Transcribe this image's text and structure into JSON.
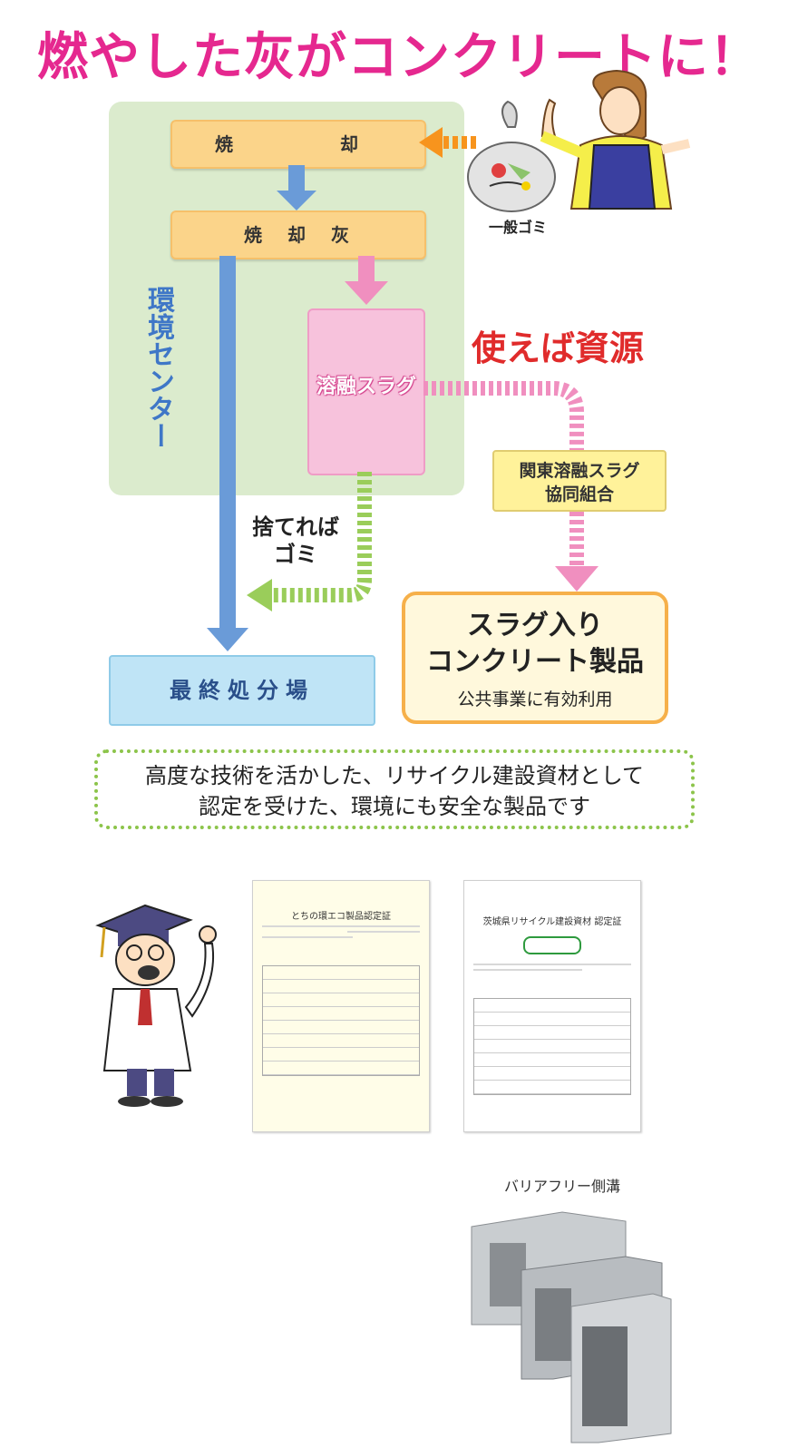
{
  "title": "燃やした灰がコンクリートに！",
  "flow": {
    "incineration": "焼　　却",
    "ash": "焼　却　灰",
    "slag": "溶融スラグ",
    "center": "環境センター",
    "resource": "使えば資源",
    "union_line1": "関東溶融スラグ",
    "union_line2": "協同組合",
    "waste_line1": "捨てれば",
    "waste_line2": "ゴミ",
    "final": "最終処分場",
    "product_line1": "スラグ入り",
    "product_line2": "コンクリート製品",
    "product_sub": "公共事業に有効利用",
    "garbage": "一般ゴミ"
  },
  "message": {
    "line1": "高度な技術を活かした、リサイクル建設資材として",
    "line2": "認定を受けた、環境にも安全な製品です"
  },
  "certificates": {
    "tochigi": "とちの環エコ製品認定証",
    "ibaraki": "茨城県リサイクル建設資材 認定証"
  },
  "product_caption": "バリアフリー側溝",
  "colors": {
    "title": "#e5288f",
    "blue_arrow": "#6a9bd8",
    "pink_arrow": "#f08fbf",
    "green_arrow": "#9acd5a",
    "orange_arrow": "#f7941d",
    "resource": "#e02b2b"
  }
}
